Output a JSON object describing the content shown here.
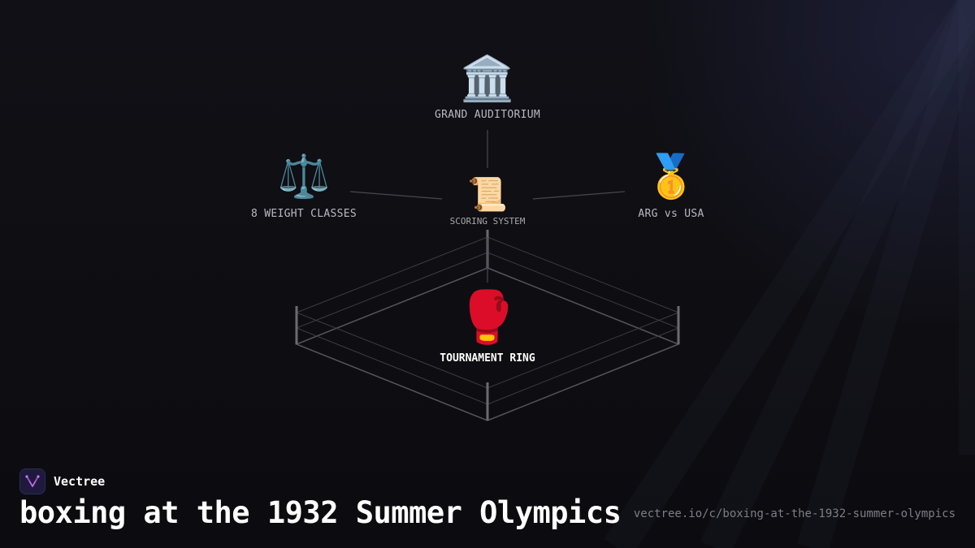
{
  "diagram": {
    "nodes": {
      "auditorium": {
        "icon": "classical-building-icon",
        "emoji": "🏛️",
        "label": "GRAND AUDITORIUM"
      },
      "weights": {
        "icon": "balance-scale-icon",
        "emoji": "⚖️",
        "label": "8 WEIGHT CLASSES"
      },
      "scoring": {
        "icon": "scroll-icon",
        "emoji": "📜",
        "label": "SCORING SYSTEM"
      },
      "medal": {
        "icon": "gold-medal-icon",
        "emoji": "🥇",
        "label": "ARG vs USA"
      },
      "ring": {
        "icon": "boxing-glove-icon",
        "emoji": "🥊",
        "label": "TOURNAMENT RING"
      }
    },
    "edges": [
      {
        "from": "auditorium",
        "to": "scoring"
      },
      {
        "from": "weights",
        "to": "scoring"
      },
      {
        "from": "medal",
        "to": "scoring"
      },
      {
        "from": "scoring",
        "to": "ring"
      }
    ]
  },
  "footer": {
    "brand": "Vectree",
    "brand_icon": "vectree-logo-icon",
    "title": "boxing at the 1932 Summer Olympics",
    "url": "vectree.io/c/boxing-at-the-1932-summer-olympics"
  },
  "colors": {
    "background": "#0e0e12",
    "ring_ropes": "#5a5a60",
    "connector": "#48484e",
    "label": "#b9b9bf",
    "accent_logo": "#a24cd9"
  }
}
